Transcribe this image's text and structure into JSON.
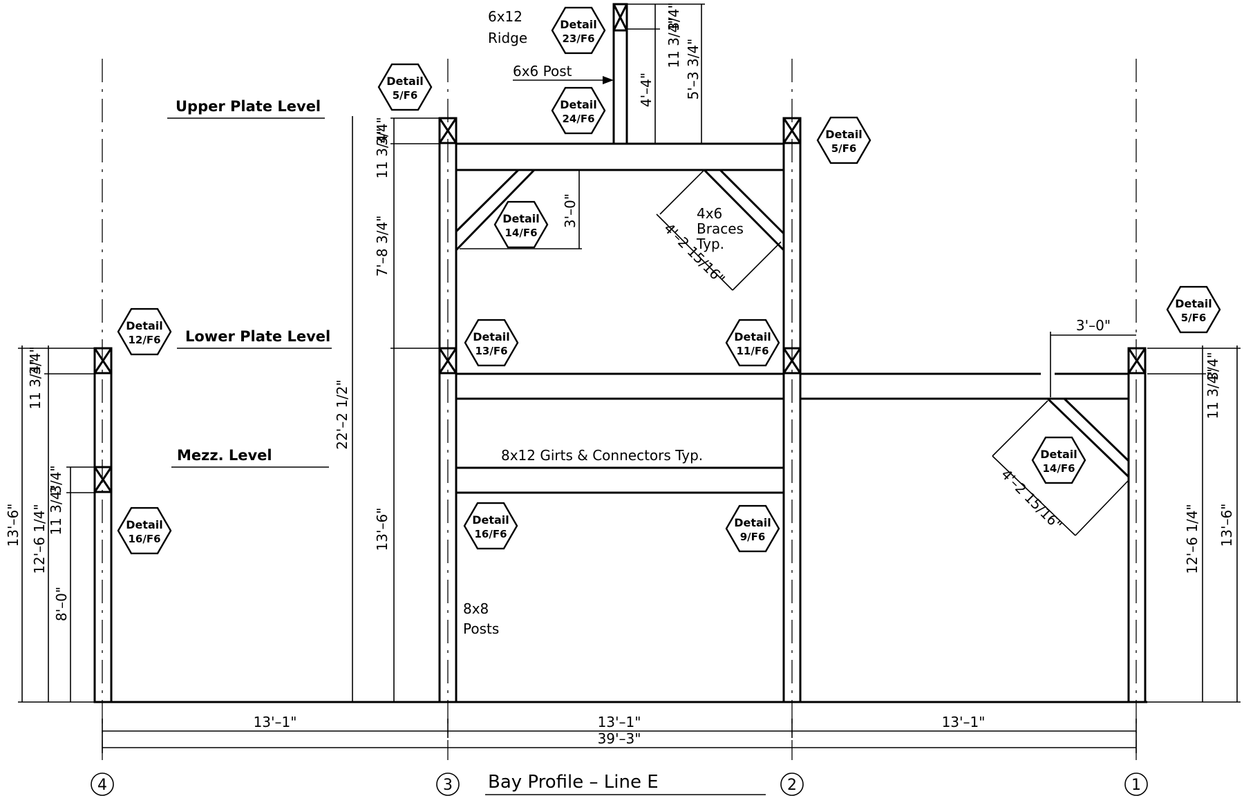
{
  "title": "Bay Profile – Line E",
  "levels": {
    "upper_plate": "Upper Plate Level",
    "lower_plate": "Lower Plate Level",
    "mezz": "Mezz. Level"
  },
  "gridlines": [
    "4",
    "3",
    "2",
    "1"
  ],
  "labels": {
    "ridge": "6x12\nRidge",
    "post_6x6": "6x6 Post",
    "braces": "4x6\nBraces\nTyp.",
    "girts": "8x12 Girts & Connectors Typ.",
    "posts_8x8": "8x8\nPosts"
  },
  "details": [
    {
      "id": "d23",
      "line1": "Detail",
      "line2": "23/F6"
    },
    {
      "id": "d24",
      "line1": "Detail",
      "line2": "24/F6"
    },
    {
      "id": "d5a",
      "line1": "Detail",
      "line2": "5/F6"
    },
    {
      "id": "d5b",
      "line1": "Detail",
      "line2": "5/F6"
    },
    {
      "id": "d5c",
      "line1": "Detail",
      "line2": "5/F6"
    },
    {
      "id": "d14a",
      "line1": "Detail",
      "line2": "14/F6"
    },
    {
      "id": "d14b",
      "line1": "Detail",
      "line2": "14/F6"
    },
    {
      "id": "d12",
      "line1": "Detail",
      "line2": "12/F6"
    },
    {
      "id": "d13",
      "line1": "Detail",
      "line2": "13/F6"
    },
    {
      "id": "d11",
      "line1": "Detail",
      "line2": "11/F6"
    },
    {
      "id": "d16a",
      "line1": "Detail",
      "line2": "16/F6"
    },
    {
      "id": "d16b",
      "line1": "Detail",
      "line2": "16/F6"
    },
    {
      "id": "d9",
      "line1": "Detail",
      "line2": "9/F6"
    }
  ],
  "dims": {
    "bay1": "13'–1\"",
    "bay2": "13'–1\"",
    "bay3": "13'–1\"",
    "total": "39'–3\"",
    "ridge_3_4": "3/4\"",
    "ridge_11_3_4": "11 3/4\"",
    "ridge_5_3_3_4": "5'–3 3/4\"",
    "post_4_4": "4'–4\"",
    "upper_3_4": "3/4\"",
    "upper_11_3_4": "11 3/4\"",
    "mid_7_8_3_4": "7'–8 3/4\"",
    "left_13_6": "13'–6\"",
    "total_22_2_1_2": "22'–2 1/2\"",
    "brace_3_0": "3'–0\"",
    "brace_diag": "4'–2 15/16\"",
    "l_3_4": "3/4\"",
    "l_11_3_4": "11 3/4\"",
    "l_mezz_3_4": "3/4\"",
    "l_mezz_11_3_4": "11 3/4\"",
    "l_8_0": "8'–0\"",
    "l_12_6_1_4": "12'–6 1/4\"",
    "l_13_6": "13'–6\"",
    "r_3_0": "3'–0\"",
    "r_3_4": "3/4\"",
    "r_11_3_4": "11 3/4\"",
    "r_12_6_1_4": "12'–6 1/4\"",
    "r_13_6": "13'–6\"",
    "r_diag": "4'–2 15/16\""
  }
}
